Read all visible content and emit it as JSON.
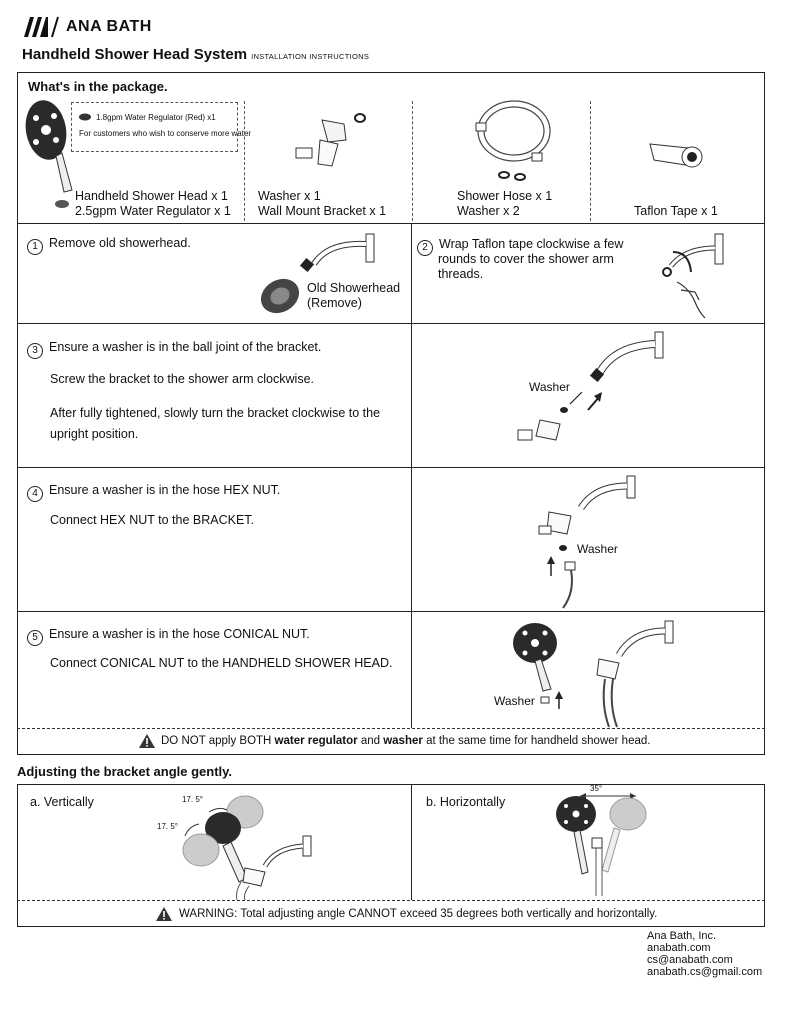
{
  "header": {
    "brand": "ANA BATH",
    "title": "Handheld Shower Head System",
    "subtitle": "INSTALLATION INSTRUCTIONS"
  },
  "package": {
    "heading": "What's in the package.",
    "regulator_note_1": "1.8gpm Water Regulator (Red) x1",
    "regulator_note_2": "For customers who wish to conserve more water",
    "item1_line1": "Handheld Shower Head x 1",
    "item1_line2": "2.5gpm Water Regulator x 1",
    "item2_line1": "Washer x 1",
    "item2_line2": "Wall Mount Bracket x 1",
    "item3_line1": "Shower Hose x 1",
    "item3_line2": "Washer x 2",
    "item4_line1": "Taflon Tape x 1"
  },
  "steps": {
    "s1_num": "1",
    "s1_text": "Remove old showerhead.",
    "s1_label1": "Old Showerhead",
    "s1_label2": "(Remove)",
    "s2_num": "2",
    "s2_line1": "Wrap Taflon tape clockwise a few",
    "s2_line2": "rounds to cover the shower arm",
    "s2_line3": "threads.",
    "s3_num": "3",
    "s3_line1": "Ensure a washer is in the ball joint of the bracket.",
    "s3_line2": "Screw the bracket to the shower arm clockwise.",
    "s3_line3": "After fully tightened, slowly turn the bracket clockwise to the",
    "s3_line4": "upright position.",
    "s3_label": "Washer",
    "s4_num": "4",
    "s4_line1": "Ensure a washer is in the hose HEX NUT.",
    "s4_line2": "Connect HEX NUT to the BRACKET.",
    "s4_label": "Washer",
    "s5_num": "5",
    "s5_line1": "Ensure a washer is in the hose CONICAL NUT.",
    "s5_line2": "Connect CONICAL NUT to the HANDHELD SHOWER HEAD.",
    "s5_label": "Washer"
  },
  "caution": {
    "pre": "DO NOT apply BOTH ",
    "b1": "water regulator",
    "mid": " and ",
    "b2": "washer",
    "post": " at the same time for handheld shower head."
  },
  "adjust": {
    "heading": "Adjusting the bracket angle gently.",
    "a_label": "a. Vertically",
    "b_label": "b. Horizontally",
    "angle_a1": "17. 5°",
    "angle_a2": "17. 5°",
    "angle_b": "35°",
    "warning": "WARNING: Total adjusting angle CANNOT exceed 35 degrees both vertically and horizontally."
  },
  "footer": {
    "company": "Ana Bath, Inc.",
    "website": "anabath.com",
    "email1": "cs@anabath.com",
    "email2": "anabath.cs@gmail.com"
  }
}
